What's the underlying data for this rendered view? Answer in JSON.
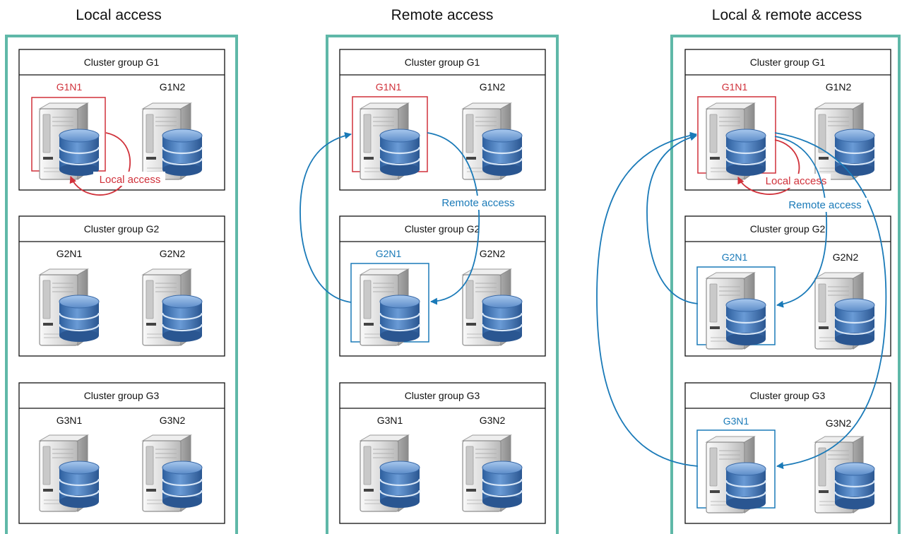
{
  "colors": {
    "panel_border": "#5fb8a8",
    "local": "#d0313a",
    "remote": "#1a7ab8",
    "text": "#111111"
  },
  "panels": [
    {
      "title": "Local access",
      "groups": [
        {
          "title": "Cluster group G1",
          "nodes": [
            {
              "label": "G1N1",
              "highlight": "local"
            },
            {
              "label": "G1N2",
              "highlight": "none"
            }
          ]
        },
        {
          "title": "Cluster group G2",
          "nodes": [
            {
              "label": "G2N1",
              "highlight": "none"
            },
            {
              "label": "G2N2",
              "highlight": "none"
            }
          ]
        },
        {
          "title": "Cluster group G3",
          "nodes": [
            {
              "label": "G3N1",
              "highlight": "none"
            },
            {
              "label": "G3N2",
              "highlight": "none"
            }
          ]
        }
      ],
      "arrow_labels": {
        "local": "Local access"
      }
    },
    {
      "title": "Remote access",
      "groups": [
        {
          "title": "Cluster group G1",
          "nodes": [
            {
              "label": "G1N1",
              "highlight": "local"
            },
            {
              "label": "G1N2",
              "highlight": "none"
            }
          ]
        },
        {
          "title": "Cluster group G2",
          "nodes": [
            {
              "label": "G2N1",
              "highlight": "remote"
            },
            {
              "label": "G2N2",
              "highlight": "none"
            }
          ]
        },
        {
          "title": "Cluster group G3",
          "nodes": [
            {
              "label": "G3N1",
              "highlight": "none"
            },
            {
              "label": "G3N2",
              "highlight": "none"
            }
          ]
        }
      ],
      "arrow_labels": {
        "remote": "Remote access"
      }
    },
    {
      "title": "Local & remote access",
      "groups": [
        {
          "title": "Cluster group G1",
          "nodes": [
            {
              "label": "G1N1",
              "highlight": "local"
            },
            {
              "label": "G1N2",
              "highlight": "none"
            }
          ]
        },
        {
          "title": "Cluster group G2",
          "nodes": [
            {
              "label": "G2N1",
              "highlight": "remote"
            },
            {
              "label": "G2N2",
              "highlight": "none"
            }
          ]
        },
        {
          "title": "Cluster group G3",
          "nodes": [
            {
              "label": "G3N1",
              "highlight": "remote"
            },
            {
              "label": "G3N2",
              "highlight": "none"
            }
          ]
        }
      ],
      "arrow_labels": {
        "local": "Local access",
        "remote": "Remote access"
      }
    }
  ],
  "icons": {
    "node": "server-database-icon"
  }
}
